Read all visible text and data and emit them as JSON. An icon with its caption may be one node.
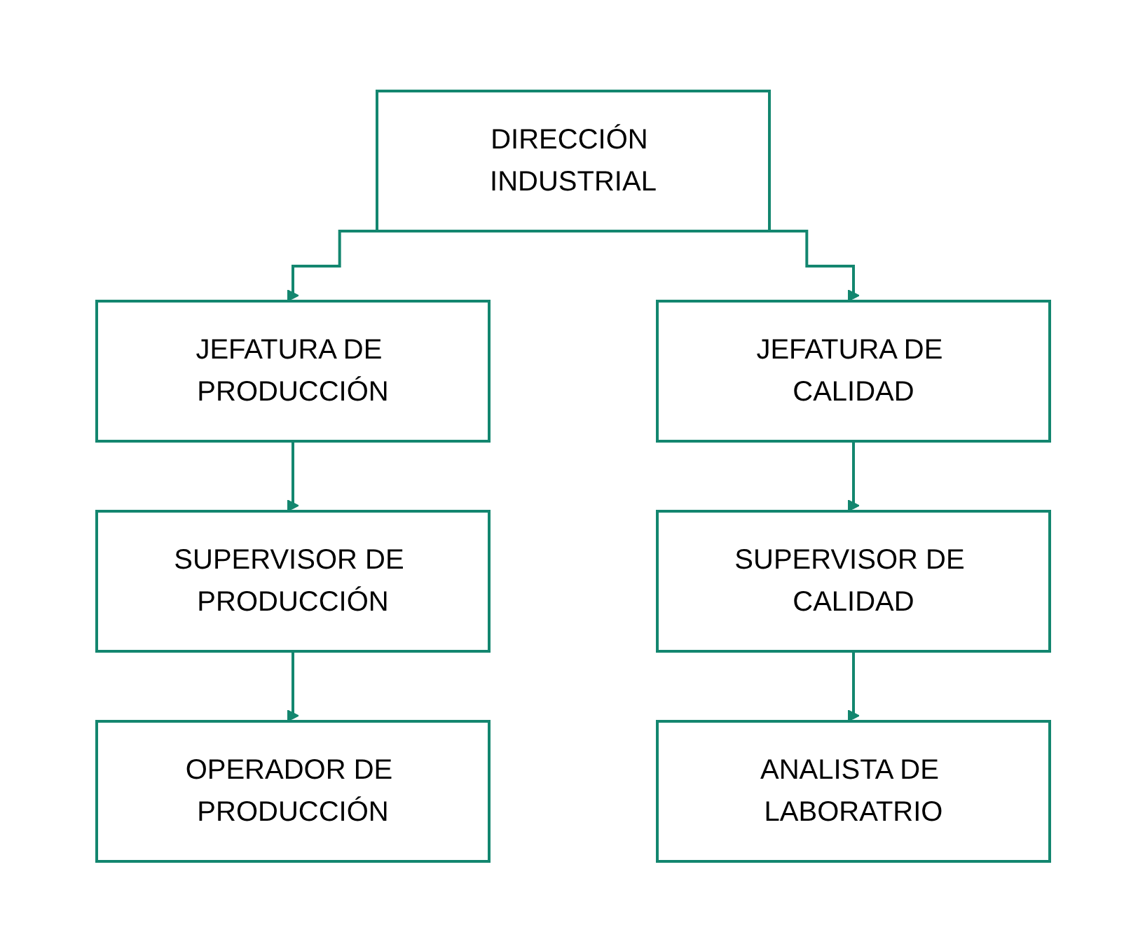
{
  "diagram": {
    "nodes": [
      {
        "text": [
          "DIRECCIÓN INDUSTRIAL"
        ]
      },
      {
        "text": [
          "JEFATURA DE PRODUCCIÓN"
        ]
      },
      {
        "text": [
          "JEFATURA DE CALIDAD"
        ]
      },
      {
        "text": [
          "SUPERVISOR DE PRODUCCIÓN"
        ]
      },
      {
        "text": [
          "SUPERVISOR DE CALIDAD"
        ]
      },
      {
        "text": [
          "OPERADOR DE PRODUCCIÓN"
        ]
      },
      {
        "text": [
          "ANALISTA DE LABORATRIO"
        ]
      }
    ],
    "edges": [
      {
        "from": 0,
        "to": 1,
        "arrow": "to"
      },
      {
        "from": 0,
        "to": 2,
        "arrow": "to"
      },
      {
        "from": 1,
        "to": 3,
        "arrow": "to"
      },
      {
        "from": 3,
        "to": 5,
        "arrow": "to"
      },
      {
        "from": 2,
        "to": 4,
        "arrow": "to"
      },
      {
        "from": 4,
        "to": 6,
        "arrow": "to"
      }
    ]
  }
}
